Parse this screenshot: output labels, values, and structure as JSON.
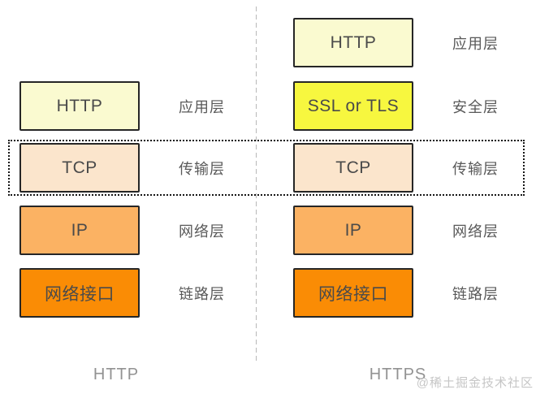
{
  "stacks": {
    "left": {
      "caption": "HTTP",
      "layers": [
        {
          "protocol": "HTTP",
          "layer": "应用层",
          "fill": "#FAFAD0"
        },
        {
          "protocol": "TCP",
          "layer": "传输层",
          "fill": "#FBE5CC"
        },
        {
          "protocol": "IP",
          "layer": "网络层",
          "fill": "#FBB263"
        },
        {
          "protocol": "网络接口",
          "layer": "链路层",
          "fill": "#FA8C05"
        }
      ]
    },
    "right": {
      "caption": "HTTPS",
      "layers": [
        {
          "protocol": "HTTP",
          "layer": "应用层",
          "fill": "#FAFAD0"
        },
        {
          "protocol": "SSL or TLS",
          "layer": "安全层",
          "fill": "#F7F73F"
        },
        {
          "protocol": "TCP",
          "layer": "传输层",
          "fill": "#FBE5CC"
        },
        {
          "protocol": "IP",
          "layer": "网络层",
          "fill": "#FBB263"
        },
        {
          "protocol": "网络接口",
          "layer": "链路层",
          "fill": "#FA8C05"
        }
      ]
    }
  },
  "watermark": "@稀土掘金技术社区",
  "colors": {
    "box_border": "#262626",
    "box_text": "#4A4A4A",
    "layer_label_text": "#595959",
    "caption_text": "#787878",
    "divider": "#B8B8B8",
    "highlight_border": "#161616",
    "watermark_text": "#C6C6C6"
  }
}
